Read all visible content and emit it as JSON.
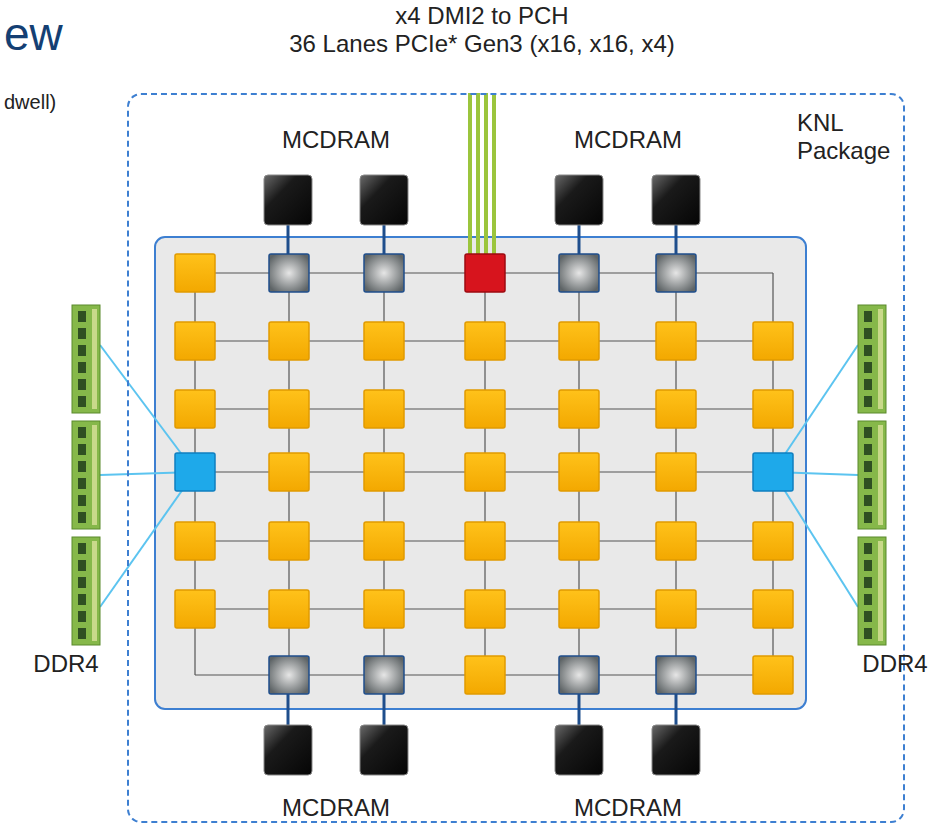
{
  "diagram": {
    "title": "ew",
    "nodes": [
      {
        "text": [
          "KNL Package"
        ]
      }
    ],
    "labels": [
      "x4 DMI2 to PCH",
      "36 Lanes PCIe* Gen3 (x16, x16, x4)",
      "MCDRAM",
      "MCDRAM",
      "MCDRAM",
      "MCDRAM",
      "DDR4",
      "DDR4",
      "dwell)"
    ]
  }
}
